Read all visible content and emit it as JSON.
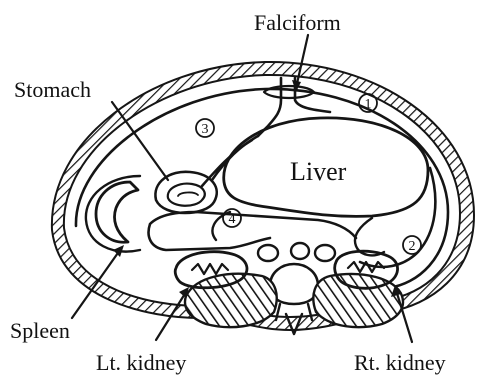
{
  "labels": {
    "falciform": "Falciform",
    "stomach": "Stomach",
    "liver": "Liver",
    "spleen": "Spleen",
    "lt_kidney": "Lt. kidney",
    "rt_kidney": "Rt. kidney"
  },
  "regions": {
    "r1": "1",
    "r2": "2",
    "r3": "3",
    "r4": "4"
  },
  "colors": {
    "ink": "#151515",
    "paper": "#ffffff"
  }
}
